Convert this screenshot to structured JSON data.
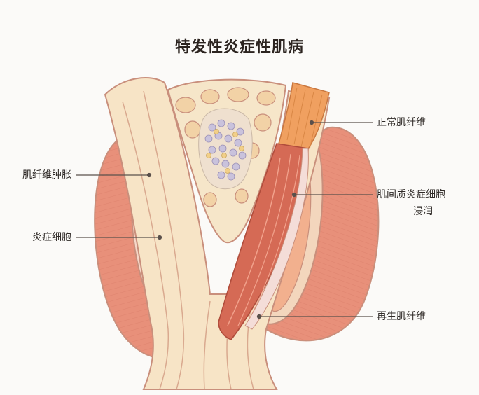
{
  "title": "特发性炎症性肌病",
  "labels": {
    "normal_fiber": "正常肌纤维",
    "fiber_swelling": "肌纤维肿胀",
    "interstitial_line1": "肌间质炎症细胞",
    "interstitial_line2": "浸润",
    "inflammatory_cells": "炎症细胞",
    "regenerating_fiber": "再生肌纤维"
  },
  "colors": {
    "muscle": "#e8907a",
    "muscle_dark": "#c95f4c",
    "fascia": "#f3d6bd",
    "outline": "#c98f7c",
    "cream": "#f7e4c6",
    "normal_fiber": "#f0a060"
  }
}
